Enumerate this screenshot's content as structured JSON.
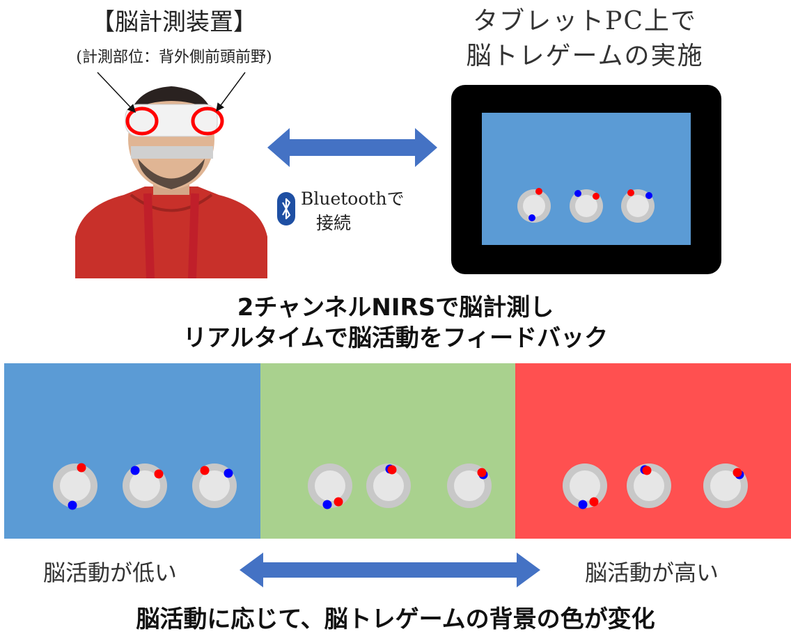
{
  "device": {
    "title": "【脳計測装置】",
    "subtitle": "(計測部位：背外側前頭前野)"
  },
  "tablet_caption": {
    "line1": "タブレットPC上で",
    "line2": "脳トレゲームの実施"
  },
  "connection": {
    "line1": "Bluetoothで",
    "line2": "接続",
    "icon": "bluetooth-icon"
  },
  "headline": {
    "line1": "2チャンネルNIRSで脳計測し",
    "line2": "リアルタイムで脳活動をフィードバック"
  },
  "panels": [
    {
      "color": "#5b9bd5"
    },
    {
      "color": "#a9d18e"
    },
    {
      "color": "#ff5050"
    }
  ],
  "scale": {
    "low_label": "脳活動が低い",
    "high_label": "脳活動が高い"
  },
  "bottom_caption": "脳活動に応じて、脳トレゲームの背景の色が変化",
  "colors": {
    "arrow": "#4472c4",
    "tablet_bg": "#5b9bd5",
    "ring_outer": "#c8c8c8",
    "ring_inner": "#e6e6e6",
    "dot_red": "#ff0000",
    "dot_blue": "#0000ff",
    "marker": "#ff0000"
  }
}
